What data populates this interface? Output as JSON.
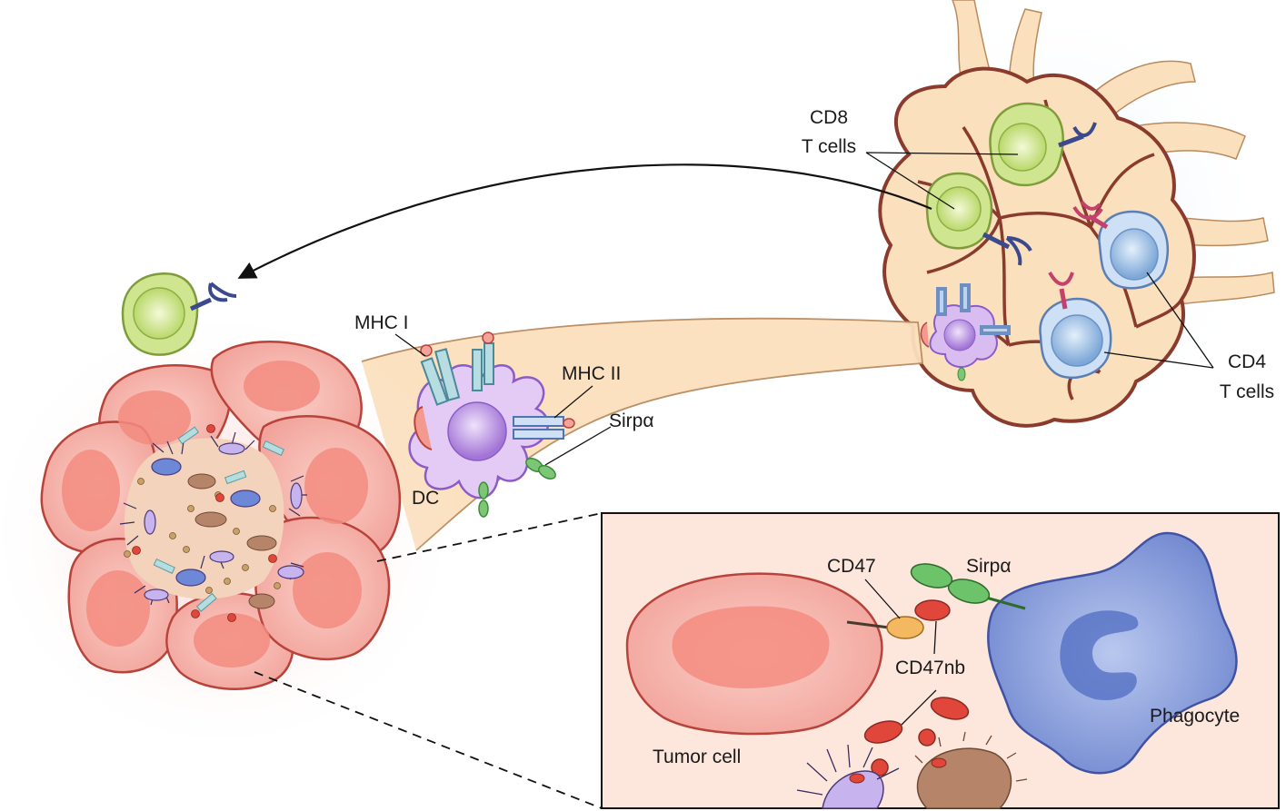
{
  "labels": {
    "cd8": [
      "CD8",
      "T cells"
    ],
    "cd4": [
      "CD4",
      "T cells"
    ],
    "mhc1": "MHC I",
    "mhc2": "MHC II",
    "sirpa_dc": "Sirpα",
    "dc": "DC",
    "cd47": "CD47",
    "sirpa_inset": "Sirpα",
    "cd47nb": "CD47nb",
    "tumor_cell": "Tumor cell",
    "phagocyte": "Phagocyte"
  },
  "colors": {
    "tumor_fill": "#f2a69f",
    "tumor_stroke": "#b8433a",
    "cd8_fill": "#cfe58f",
    "cd4_fill": "#a9c8ea",
    "dc_fill": "#c9a3e6",
    "phagocyte_fill": "#7d95d6",
    "lymph_node_fill": "#fbe0bd",
    "lymph_node_stroke": "#8a3b2e",
    "inset_bg": "#fde7dd",
    "sirpa": "#5cb85c",
    "cd47": "#f4b860",
    "cd47nb": "#e0463a"
  }
}
